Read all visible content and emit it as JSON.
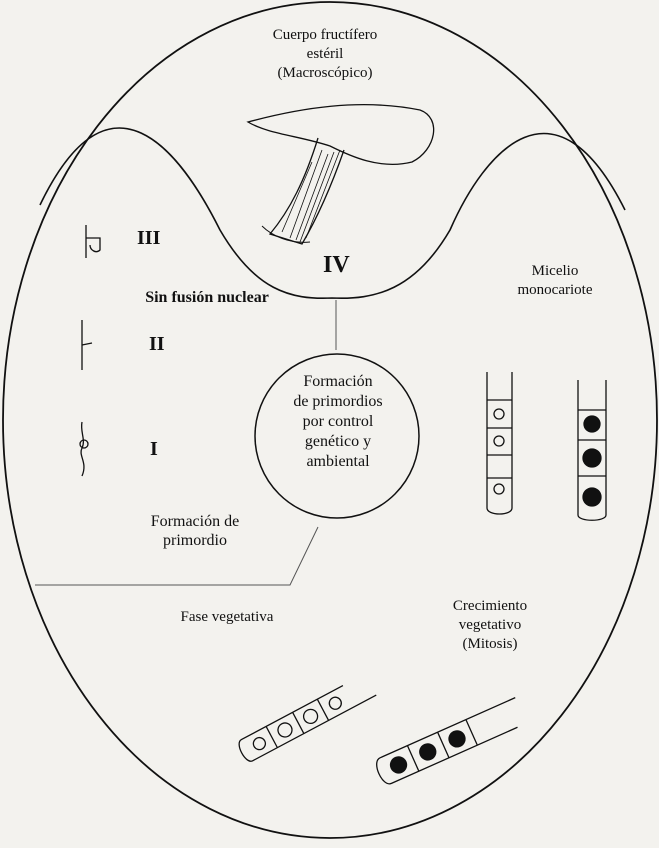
{
  "labels": {
    "fruiting_body": "Cuerpo fructífero\nestéril\n(Macroscópico)",
    "no_nuclear_fusion": "Sin fusión nuclear",
    "monokaryotic_mycelium": "Micelio\nmonocariote",
    "primordia_formation_control": "Formación\nde primordios\npor control\ngenético y\nambiental",
    "primordium_formation": "Formación de\nprimordio",
    "vegetative_phase": "Fase vegetativa",
    "vegetative_growth": "Crecimiento\nvegetativo\n(Mitosis)"
  },
  "stages": {
    "i": "I",
    "ii": "II",
    "iii": "III",
    "iv": "IV"
  },
  "colors": {
    "line": "#111111",
    "nucleus_filled": "#111111",
    "background": "#f3f2ee"
  }
}
